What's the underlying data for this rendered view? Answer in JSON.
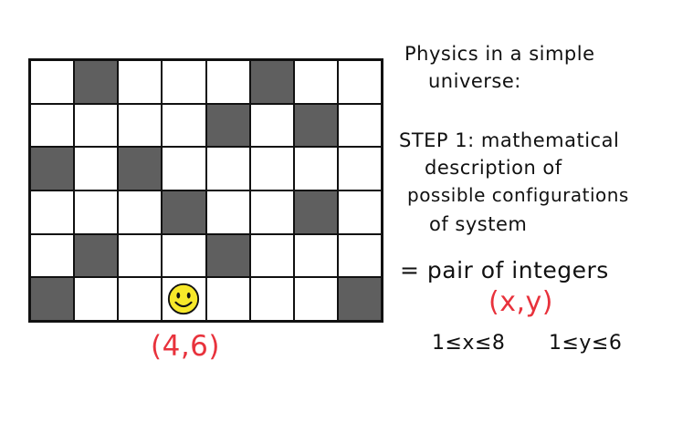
{
  "grid": {
    "columns": 8,
    "rows": 6,
    "dark_cells": [
      [
        0,
        1
      ],
      [
        0,
        5
      ],
      [
        1,
        4
      ],
      [
        1,
        6
      ],
      [
        2,
        0
      ],
      [
        2,
        2
      ],
      [
        3,
        3
      ],
      [
        3,
        6
      ],
      [
        4,
        1
      ],
      [
        4,
        4
      ],
      [
        5,
        0
      ],
      [
        5,
        7
      ]
    ],
    "smiley": {
      "row": 5,
      "col": 3
    },
    "colors": {
      "dark": "#5f5f5f",
      "light": "#ffffff",
      "line": "#111111",
      "smiley": "#f7e82a"
    }
  },
  "coord_label": "(4,6)",
  "notes": {
    "title_line1": "Physics in a simple",
    "title_line2": "universe:",
    "step_line1": "STEP 1: mathematical",
    "step_line2": "description of",
    "step_line3": "possible configurations",
    "step_line4": "of system",
    "pair_line": "= pair of integers",
    "pair_xy": "(x,y)",
    "range_x": "1≤x≤8",
    "range_y": "1≤y≤6"
  },
  "accent_color": "#e8323c"
}
